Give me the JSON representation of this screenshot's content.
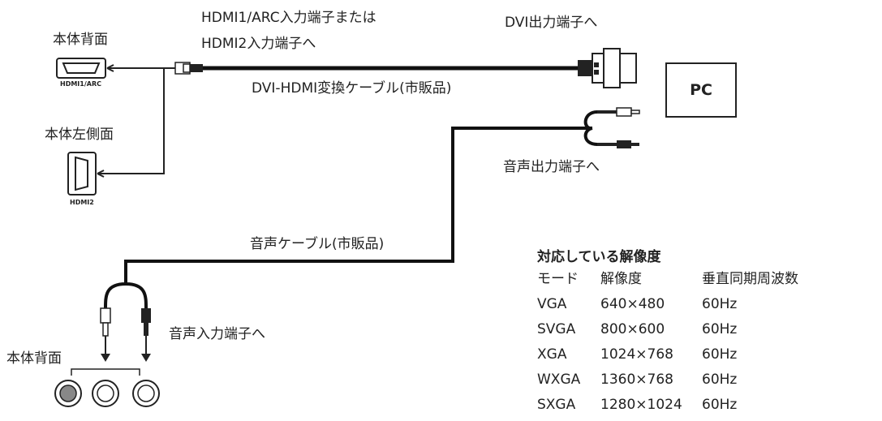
{
  "labels": {
    "rear_top": "本体背面",
    "hdmi_top_port": "HDMI1/ARC",
    "left_side": "本体左側面",
    "hdmi_left_port": "HDMI2",
    "hdmi_target_line1": "HDMI1/ARC入力端子または",
    "hdmi_target_line2": "HDMI2入力端子へ",
    "dvi_target": "DVI出力端子へ",
    "dvi_cable": "DVI-HDMI変換ケーブル(市販品)",
    "pc": "PC",
    "audio_out": "音声出力端子へ",
    "audio_cable": "音声ケーブル(市販品)",
    "audio_in": "音声入力端子へ",
    "rear_bottom": "本体背面"
  },
  "resolution_table": {
    "title": "対応している解像度",
    "headers": [
      "モード",
      "解像度",
      "垂直同期周波数"
    ],
    "rows": [
      [
        "VGA",
        "640×480",
        "60Hz"
      ],
      [
        "SVGA",
        "800×600",
        "60Hz"
      ],
      [
        "XGA",
        "1024×768",
        "60Hz"
      ],
      [
        "WXGA",
        "1360×768",
        "60Hz"
      ],
      [
        "SXGA",
        "1280×1024",
        "60Hz"
      ]
    ]
  }
}
